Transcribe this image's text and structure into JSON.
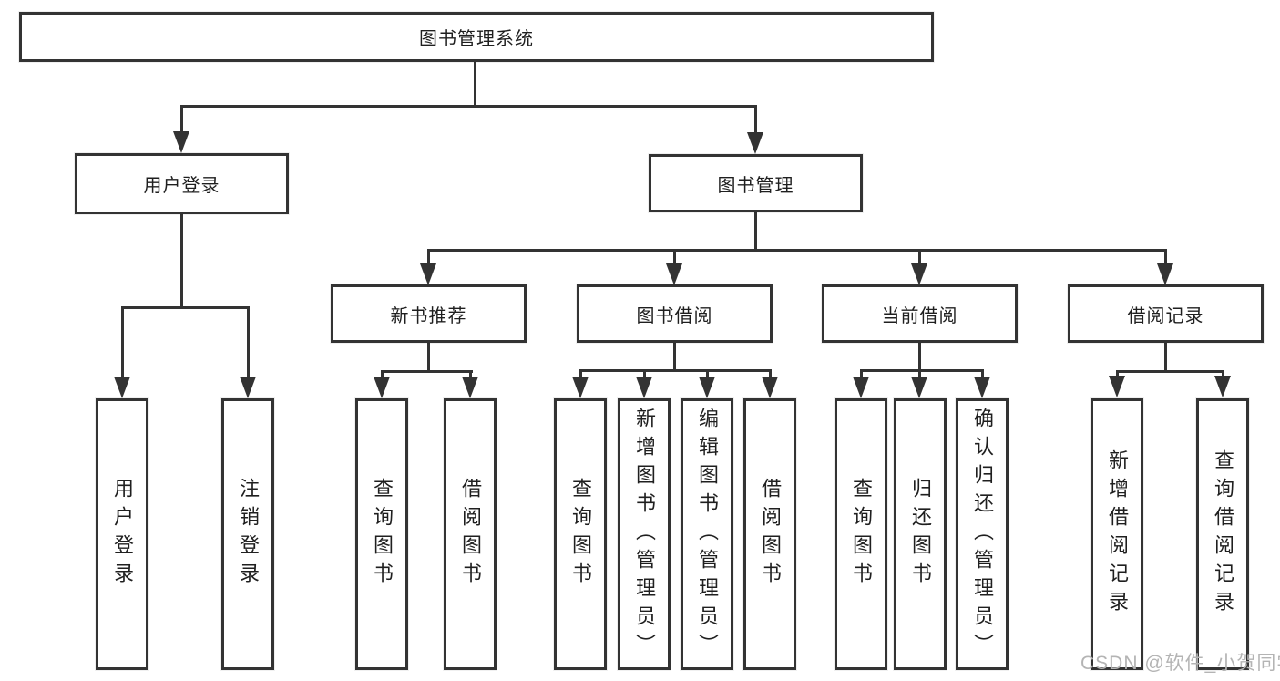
{
  "title": "图书管理系统",
  "colors": {
    "line": "#333333",
    "text": "#1f1f1f",
    "box_background": "#ffffff",
    "watermark": "#b4b4b4"
  },
  "nodes": {
    "root": "图书管理系统",
    "user_login": "用户登录",
    "book_mgmt": "图书管理",
    "new_books": "新书推荐",
    "book_borrow": "图书借阅",
    "current_borrow": "当前借阅",
    "borrow_records": "借阅记录",
    "leaves": {
      "user": [
        "用户登录",
        "注销登录"
      ],
      "new_books": [
        "查询图书",
        "借阅图书"
      ],
      "book_borrow": [
        "查询图书",
        "新增图书（管理员）",
        "编辑图书（管理员）",
        "借阅图书"
      ],
      "current_borrow": [
        "查询图书",
        "归还图书",
        "确认归还（管理员）"
      ],
      "borrow_records": [
        "新增借阅记录",
        "查询借阅记录"
      ]
    }
  },
  "watermark": "CSDN @软件_小贺同学"
}
